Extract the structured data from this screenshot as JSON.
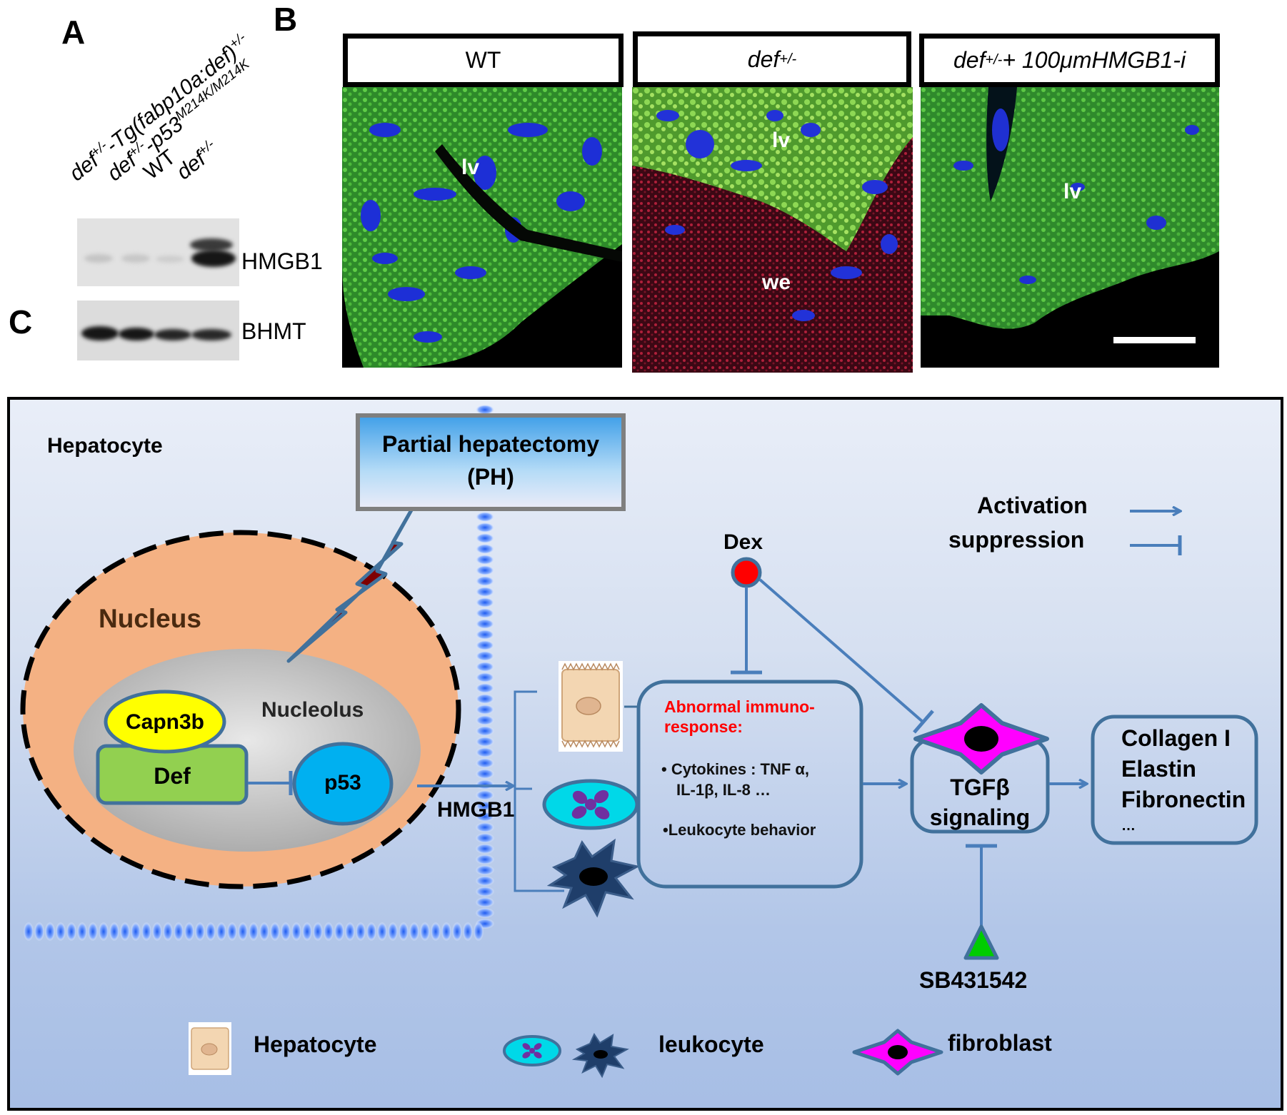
{
  "panels": {
    "a": "A",
    "b": "B",
    "c": "C"
  },
  "panel_a": {
    "lanes": [
      {
        "base": "def",
        "sup": "+/-",
        "suffix": "-Tg(fabp10a:def)",
        "sup2": "+/-"
      },
      {
        "base": "def",
        "sup": "+/-",
        "suffix": "-p53",
        "sup2": "M214K/M214K"
      },
      {
        "base": "WT",
        "sup": "",
        "suffix": "",
        "sup2": ""
      },
      {
        "base": "def",
        "sup": "+/-",
        "suffix": "",
        "sup2": ""
      }
    ],
    "blots": [
      {
        "label": "HMGB1"
      },
      {
        "label": "BHMT"
      }
    ]
  },
  "panel_b": {
    "tiles": [
      {
        "header": "WT",
        "sup": "",
        "tail": "",
        "labels": [
          "lv"
        ]
      },
      {
        "header": "def",
        "sup": "+/-",
        "tail": "",
        "labels": [
          "lv",
          "we"
        ]
      },
      {
        "header": "def",
        "sup": "+/-",
        "tail": " + 100μmHMGB1-i",
        "labels": [
          "lv"
        ]
      }
    ]
  },
  "panel_c": {
    "cell_label": "Hepatocyte",
    "ph_box": {
      "line1": "Partial hepatectomy",
      "line2": "(PH)"
    },
    "nucleus": "Nucleus",
    "nucleolus": "Nucleolus",
    "capn3b": "Capn3b",
    "def": "Def",
    "p53": "p53",
    "hmgb1": "HMGB1",
    "dex": "Dex",
    "legend_activation": "Activation",
    "legend_suppression": "suppression",
    "immune_title": "Abnormal immuno-response:",
    "immune_title_l1": "Abnormal immuno-",
    "immune_title_l2": "response:",
    "immune_b1_l1": "• Cytokines : TNF α,",
    "immune_b1_l2": "IL-1β, IL-8 …",
    "immune_b2": "•Leukocyte behavior",
    "tgf_l1": "TGFβ",
    "tgf_l2": "signaling",
    "ecm": [
      "Collagen I",
      "Elastin",
      "Fibronectin",
      "…"
    ],
    "sb": "SB431542",
    "bottom_legend": {
      "hepatocyte": "Hepatocyte",
      "leukocyte": "leukocyte",
      "fibroblast": "fibroblast"
    },
    "colors": {
      "arrow": "#4a7ebb",
      "box_border": "#41719c",
      "nucleus": "#f4b183",
      "capn3b": "#ffff00",
      "def": "#92d050",
      "p53": "#00b0f0",
      "immune_title": "#ff0000",
      "fibroblast_fill": "#ff00ff",
      "dex": "#ff0000",
      "sb": "#00cc00"
    }
  }
}
